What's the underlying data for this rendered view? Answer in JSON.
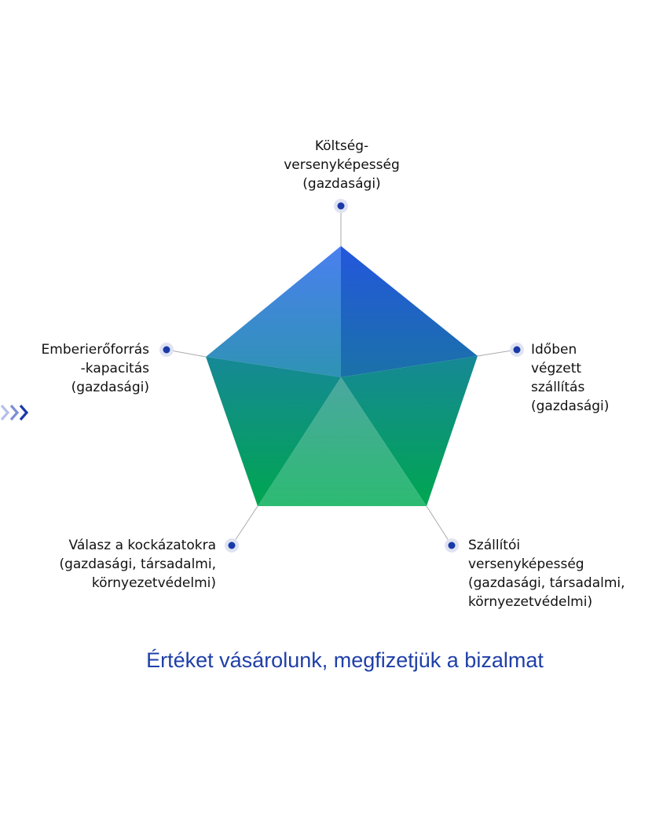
{
  "title": "Értéket vásárolunk, megfizetjük a bizalmat",
  "axes": [
    {
      "id": "top",
      "lines": [
        "Költség-",
        "versenyképesség",
        "(gazdasági)"
      ]
    },
    {
      "id": "right",
      "lines": [
        "Időben",
        "végzett",
        "szállítás",
        "(gazdasági)"
      ]
    },
    {
      "id": "bottom-right",
      "lines": [
        "Szállítói",
        "versenyképesség",
        "(gazdasági, társadalmi,",
        "környezetvédelmi)"
      ]
    },
    {
      "id": "bottom-left",
      "lines": [
        "Válasz a kockázatokra",
        "(gazdasági, társadalmi,",
        "környezetvédelmi)"
      ]
    },
    {
      "id": "left",
      "lines": [
        "Emberierőforrás",
        "-kapacitás",
        "(gazdasági)"
      ]
    }
  ],
  "colors": {
    "title": "#1f3fa8",
    "dot": "#1a3aa8",
    "dot_halo": "#dfe3f2",
    "connector": "#aaaaaa",
    "blue": "#2a5ce0",
    "teal": "#138a8f",
    "green": "#00a650",
    "light_green": "#35bd78",
    "chevron": "#1a3aa8"
  },
  "icons": {
    "chevrons": "chevron-right-triple-icon",
    "axis_marker": "dot-icon"
  }
}
